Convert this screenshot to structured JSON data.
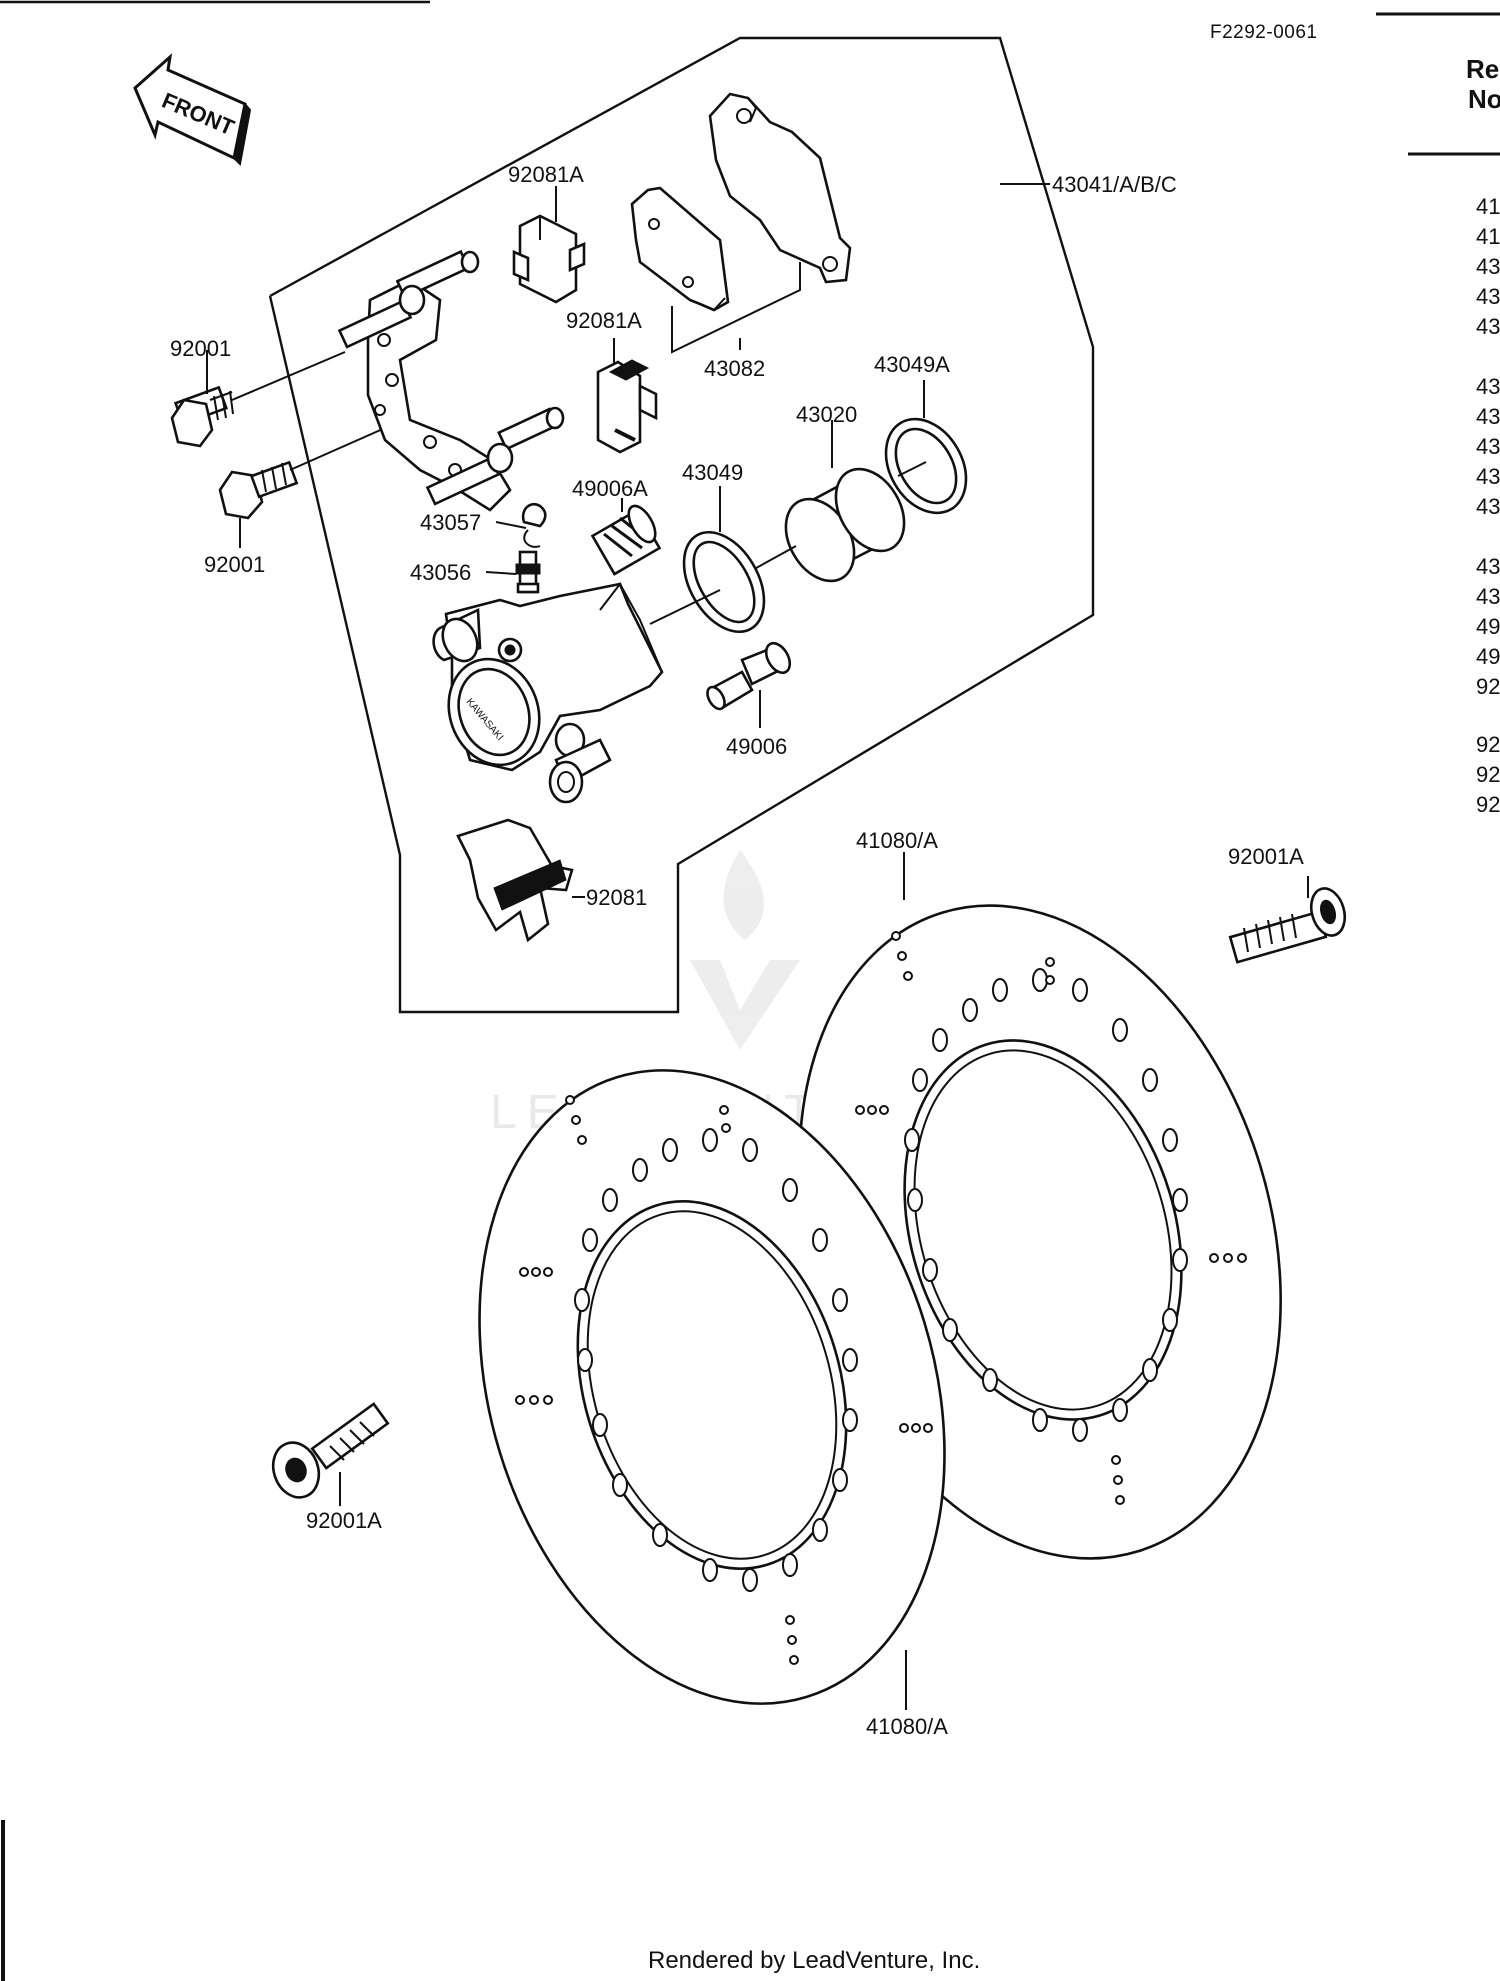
{
  "reference_code": "F2292-0061",
  "front_label": "FRONT",
  "callouts": {
    "caliper_assembly": "43041/A/B/C",
    "pad_spring_upper": "92081A",
    "pad_spring_mid": "92081A",
    "bolt_upper": "92001",
    "bolt_lower": "92001",
    "pads": "43082",
    "seal_large": "43049A",
    "piston": "43020",
    "seal_small": "43049",
    "boot": "49006A",
    "cap": "43057",
    "bleed_valve": "43056",
    "pin": "49006",
    "pad_spring_lower": "92081",
    "bolt_right": "92001A",
    "disc_upper": "41080/A",
    "bolt_left": "92001A",
    "disc_lower": "41080/A"
  },
  "side_panel": {
    "heading_lines": [
      "Re",
      "No"
    ],
    "partial_numbers": [
      "41",
      "41",
      "43",
      "43",
      "43",
      "43",
      "43",
      "43",
      "43",
      "43",
      "43",
      "43",
      "49",
      "49",
      "92",
      "92",
      "92",
      "92"
    ]
  },
  "watermark": "LEADVENTURE",
  "footer": "Rendered by LeadVenture, Inc."
}
